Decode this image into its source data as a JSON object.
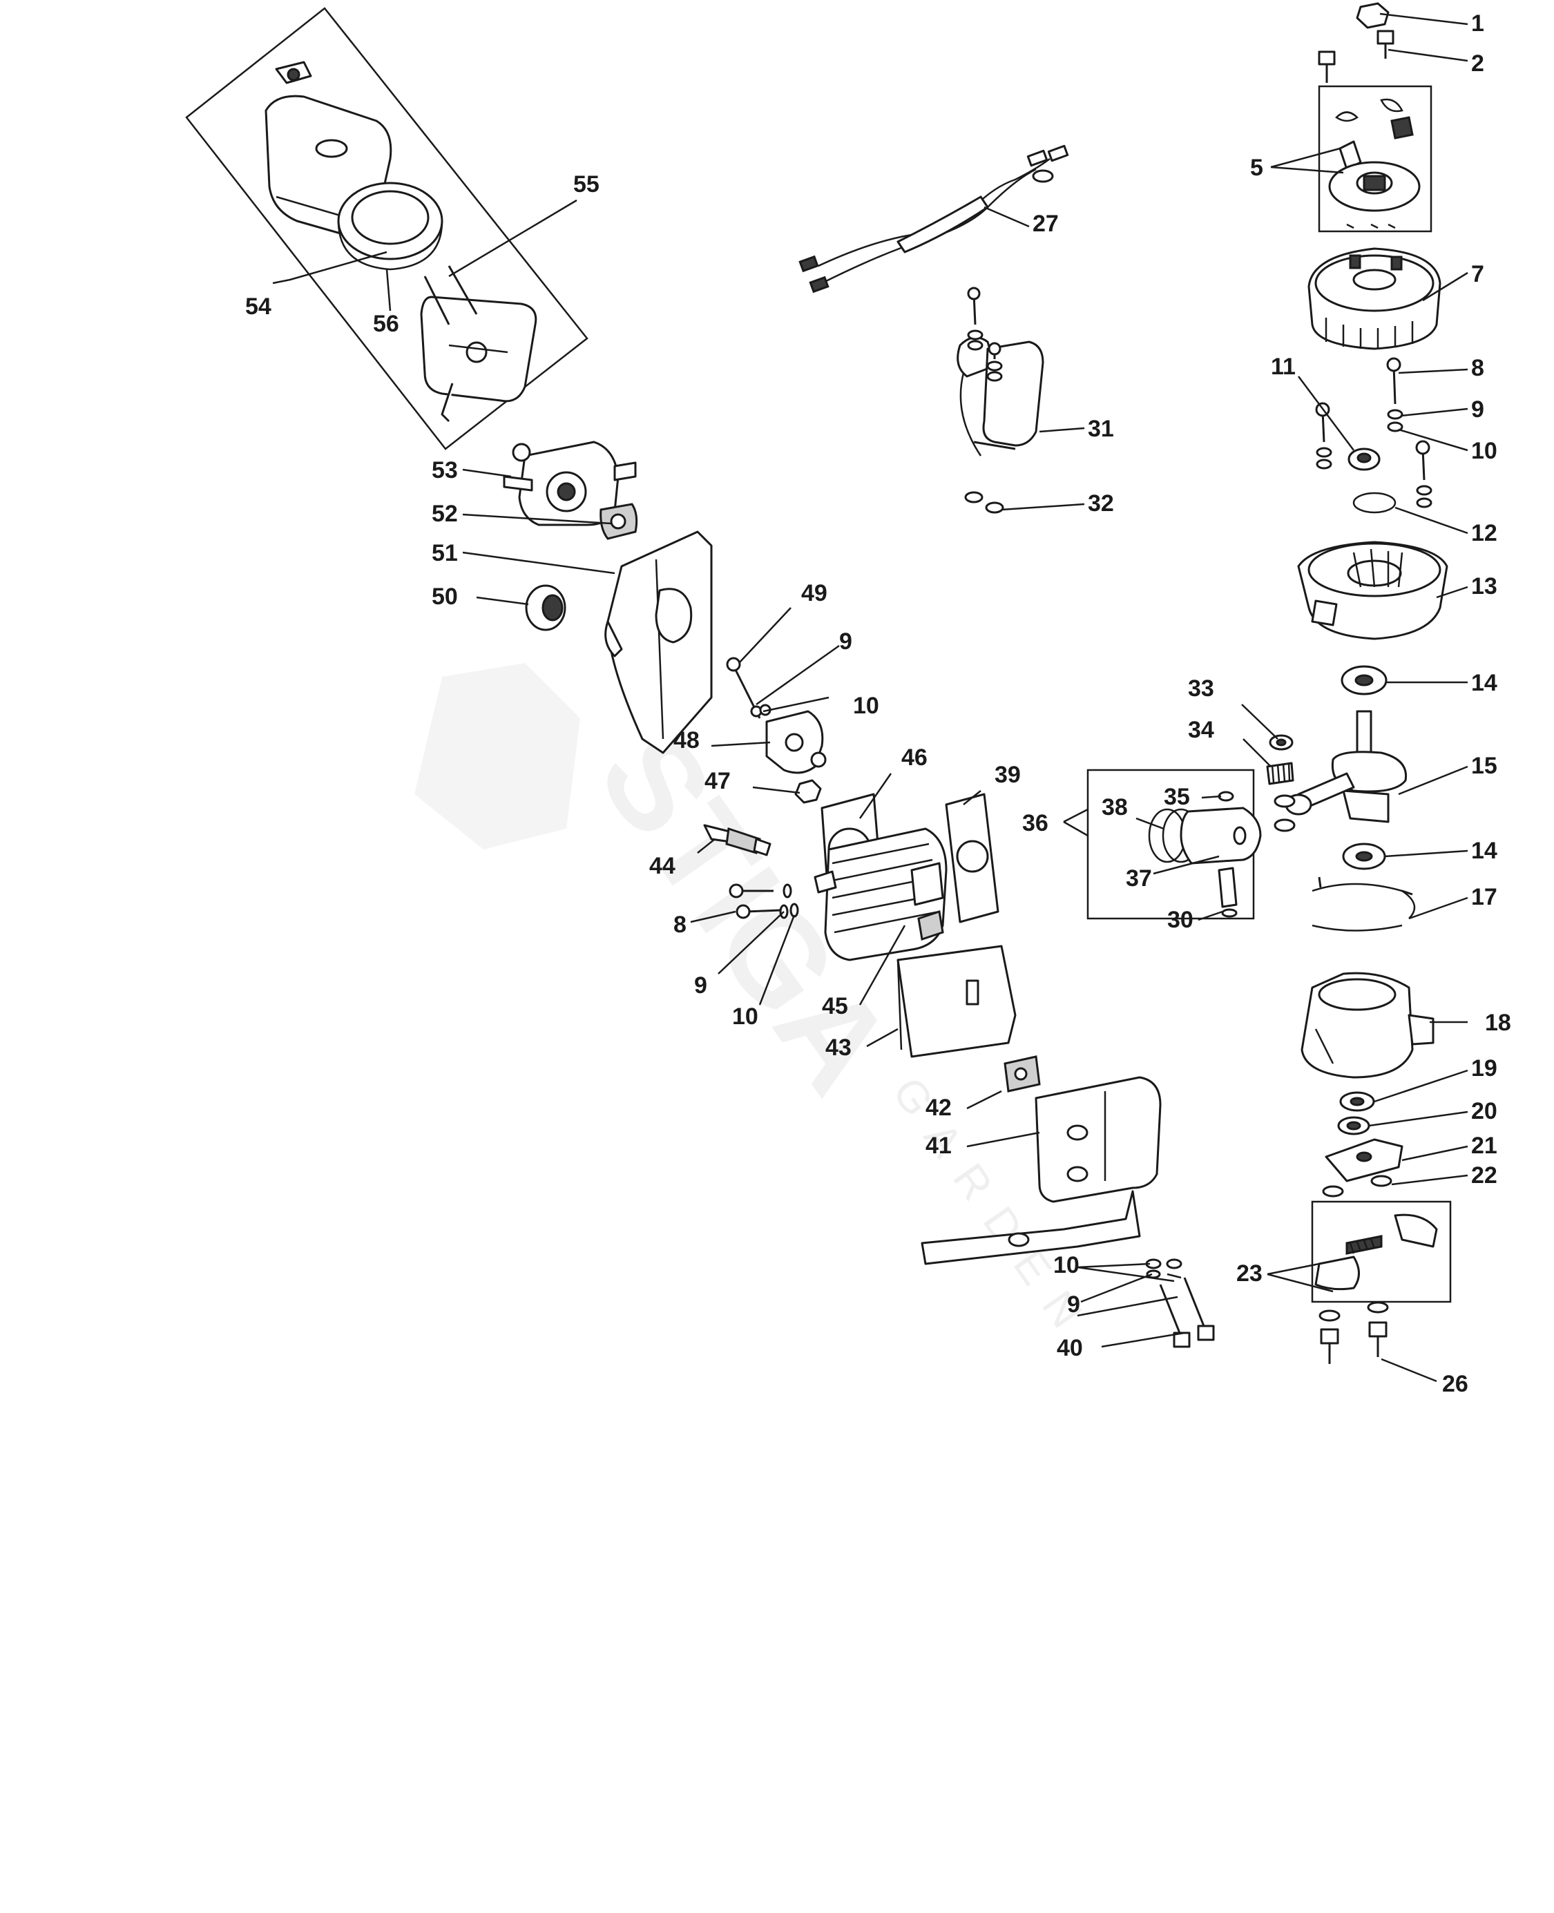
{
  "watermark": {
    "brand": "STIGA",
    "subtitle": "GARDEN"
  },
  "callouts": [
    {
      "id": "c1",
      "label": "1"
    },
    {
      "id": "c2",
      "label": "2"
    },
    {
      "id": "c5",
      "label": "5"
    },
    {
      "id": "c7",
      "label": "7"
    },
    {
      "id": "c8a",
      "label": "8"
    },
    {
      "id": "c9a",
      "label": "9"
    },
    {
      "id": "c10a",
      "label": "10"
    },
    {
      "id": "c11",
      "label": "11"
    },
    {
      "id": "c12",
      "label": "12"
    },
    {
      "id": "c13",
      "label": "13"
    },
    {
      "id": "c14a",
      "label": "14"
    },
    {
      "id": "c15",
      "label": "15"
    },
    {
      "id": "c14b",
      "label": "14"
    },
    {
      "id": "c17",
      "label": "17"
    },
    {
      "id": "c18",
      "label": "18"
    },
    {
      "id": "c19",
      "label": "19"
    },
    {
      "id": "c20",
      "label": "20"
    },
    {
      "id": "c21",
      "label": "21"
    },
    {
      "id": "c22",
      "label": "22"
    },
    {
      "id": "c23",
      "label": "23"
    },
    {
      "id": "c26",
      "label": "26"
    },
    {
      "id": "c27",
      "label": "27"
    },
    {
      "id": "c31",
      "label": "31"
    },
    {
      "id": "c32",
      "label": "32"
    },
    {
      "id": "c33",
      "label": "33"
    },
    {
      "id": "c34",
      "label": "34"
    },
    {
      "id": "c35",
      "label": "35"
    },
    {
      "id": "c36",
      "label": "36"
    },
    {
      "id": "c37",
      "label": "37"
    },
    {
      "id": "c38",
      "label": "38"
    },
    {
      "id": "c30",
      "label": "30"
    },
    {
      "id": "c39",
      "label": "39"
    },
    {
      "id": "c40",
      "label": "40"
    },
    {
      "id": "c41",
      "label": "41"
    },
    {
      "id": "c42",
      "label": "42"
    },
    {
      "id": "c43",
      "label": "43"
    },
    {
      "id": "c44",
      "label": "44"
    },
    {
      "id": "c45",
      "label": "45"
    },
    {
      "id": "c46",
      "label": "46"
    },
    {
      "id": "c47",
      "label": "47"
    },
    {
      "id": "c48",
      "label": "48"
    },
    {
      "id": "c49",
      "label": "49"
    },
    {
      "id": "c9b",
      "label": "9"
    },
    {
      "id": "c10b",
      "label": "10"
    },
    {
      "id": "c50",
      "label": "50"
    },
    {
      "id": "c51",
      "label": "51"
    },
    {
      "id": "c52",
      "label": "52"
    },
    {
      "id": "c53",
      "label": "53"
    },
    {
      "id": "c54",
      "label": "54"
    },
    {
      "id": "c55",
      "label": "55"
    },
    {
      "id": "c56",
      "label": "56"
    },
    {
      "id": "c8b",
      "label": "8"
    },
    {
      "id": "c9c",
      "label": "9"
    },
    {
      "id": "c10c",
      "label": "10"
    },
    {
      "id": "c10d",
      "label": "10"
    },
    {
      "id": "c9d",
      "label": "9"
    }
  ]
}
